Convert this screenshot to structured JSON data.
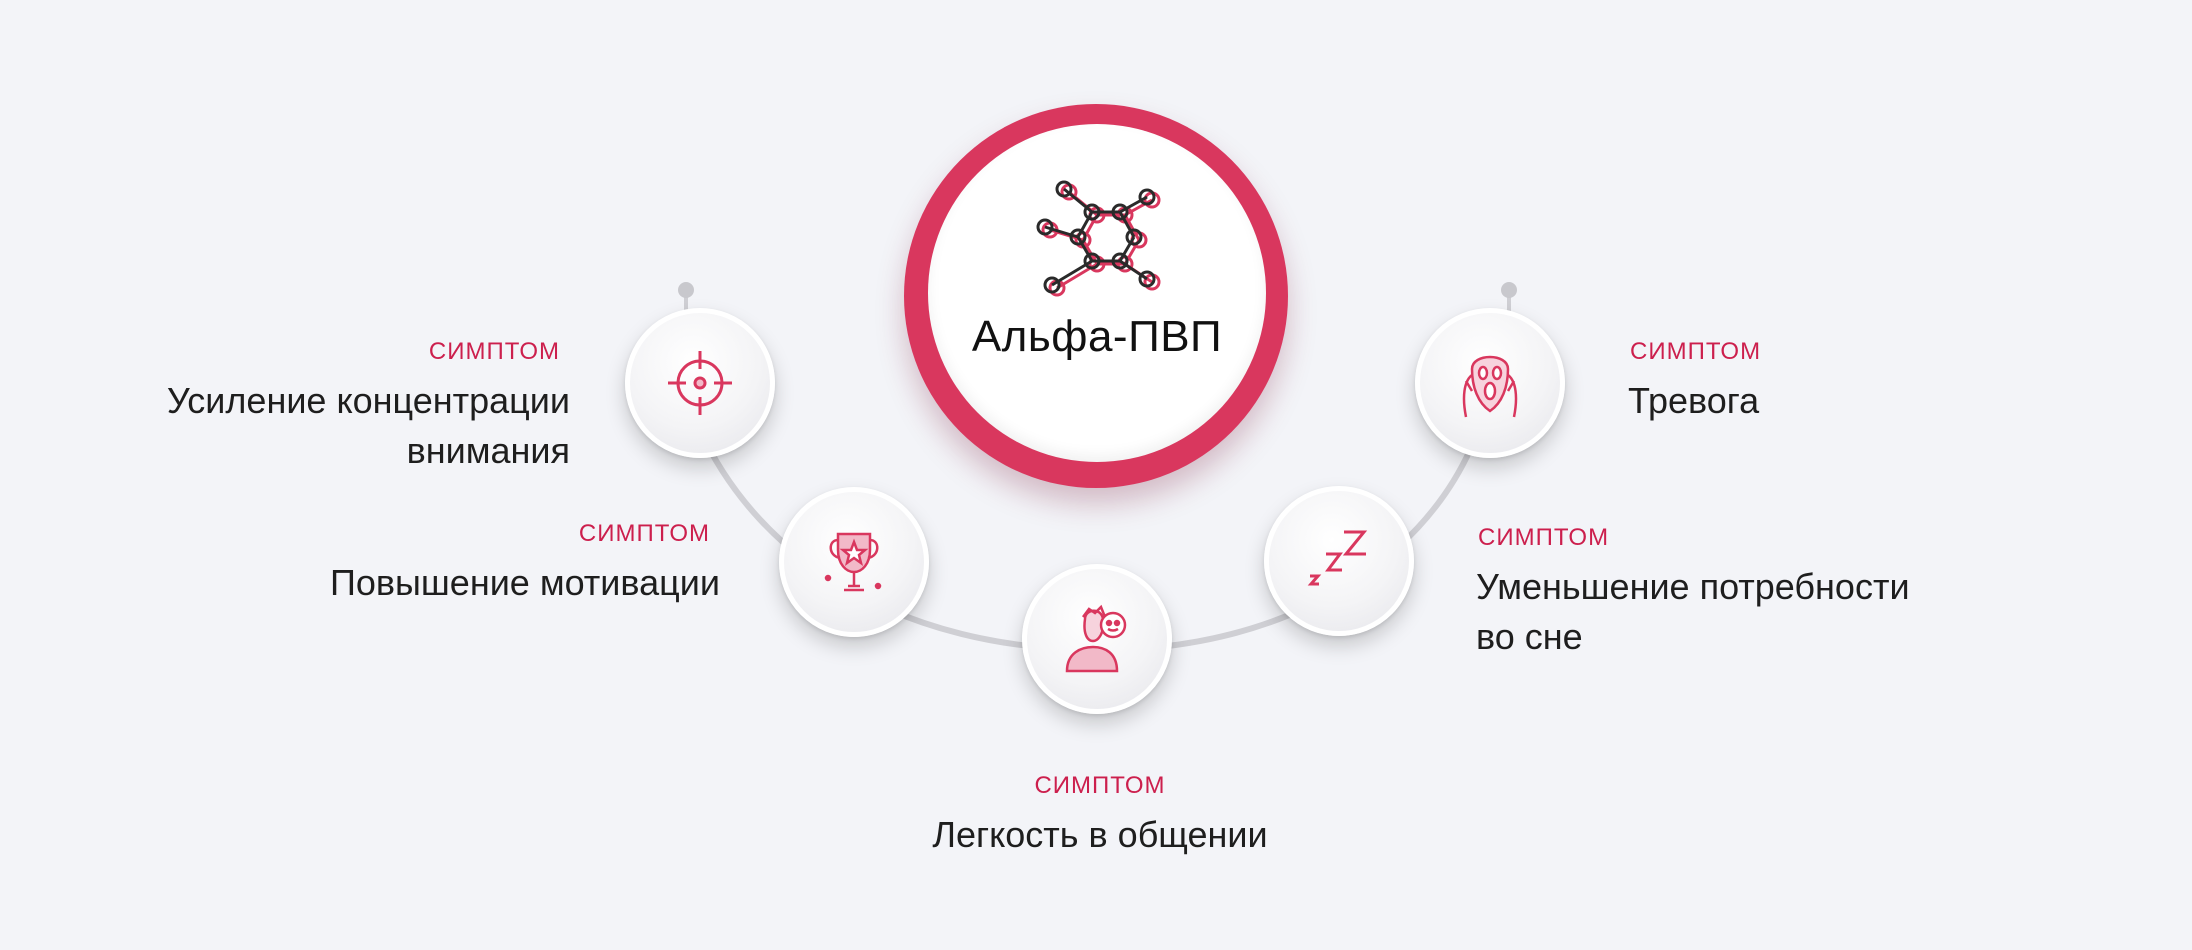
{
  "center": {
    "title": "Альфа-ПВП",
    "icon": "molecule-icon",
    "accent": "#d9375e"
  },
  "symptoms": [
    {
      "label": "СИМПТОМ",
      "text": "Усиление концентрации внимания",
      "icon": "target-crosshair-icon"
    },
    {
      "label": "СИМПТОМ",
      "text": "Повышение мотивации",
      "icon": "trophy-icon"
    },
    {
      "label": "СИМПТОМ",
      "text": "Легкость в общении",
      "icon": "speaking-person-icon"
    },
    {
      "label": "СИМПТОМ",
      "text": "Уменьшение потребности во сне",
      "icon": "sleep-zzz-icon"
    },
    {
      "label": "СИМПТОМ",
      "text": "Тревога",
      "icon": "scream-face-icon"
    }
  ],
  "colors": {
    "background": "#f3f4f8",
    "accent": "#cc1f4d",
    "text": "#1e1e1e",
    "connector": "#cfcfd4"
  }
}
